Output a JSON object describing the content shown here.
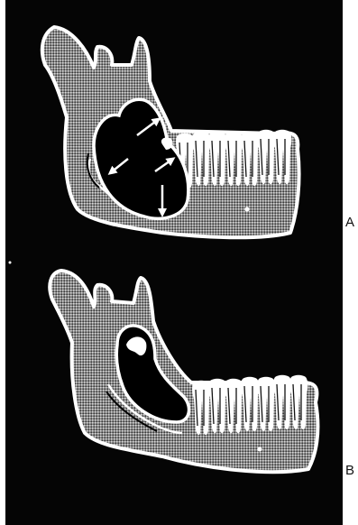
{
  "panels": [
    {
      "id": "a",
      "label": "A"
    },
    {
      "id": "b",
      "label": "B"
    }
  ],
  "colors": {
    "background": "#ffffff",
    "plate": "#050505",
    "bone_outline": "#ffffff",
    "bone_hatch": "#8a8a8a",
    "teeth": "#ffffff",
    "cyst_fill": "#000000"
  },
  "icons": {
    "expansion_arrows": "arrow-icon",
    "teeth": "tooth-icon"
  }
}
